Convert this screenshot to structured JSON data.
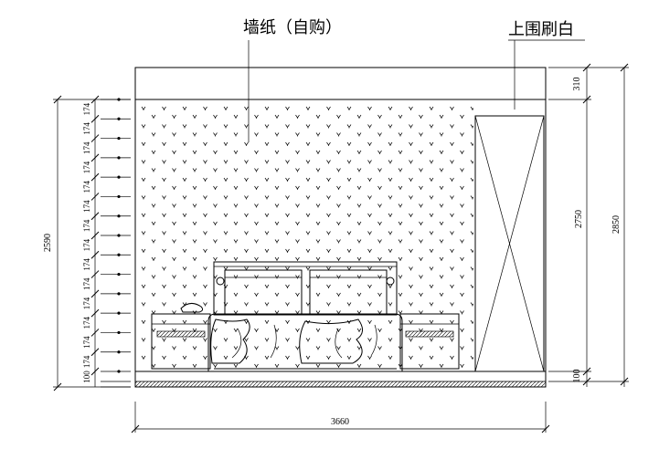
{
  "labels": {
    "wallpaper": "墙纸（自购）",
    "ceiling": "上围刷白"
  },
  "dimensions": {
    "total_width": "3660",
    "left_height": "2590",
    "right_total": "2850",
    "right_middle": "2750",
    "right_top": "310",
    "right_bottom": "100",
    "left_bottom": "100",
    "left_repeat": "174",
    "left_repeat_count": 14
  },
  "colors": {
    "line": "#000000",
    "background": "#ffffff"
  }
}
